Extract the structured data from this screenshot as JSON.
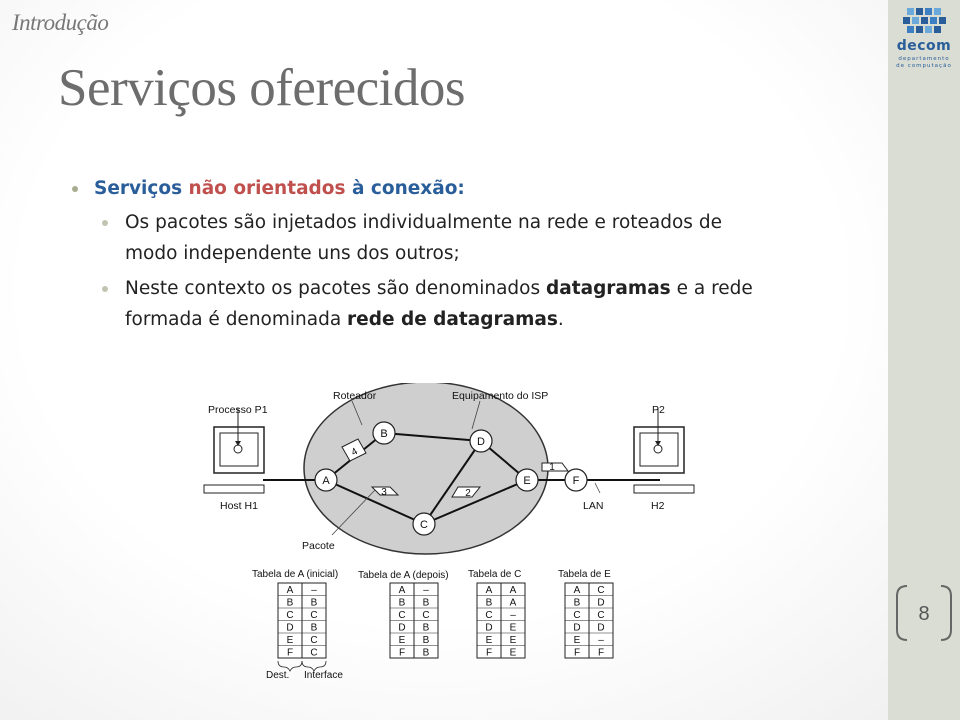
{
  "slide": {
    "section": "Introdução",
    "title": "Serviços oferecidos",
    "page_number": "8"
  },
  "logo": {
    "name": "decom",
    "subtitle_line1": "departamento",
    "subtitle_line2": "de computação"
  },
  "bullets": {
    "main": {
      "prefix": "Serviços ",
      "highlight": "não orientados",
      "suffix": " à conexão:"
    },
    "sub1": {
      "line1": "Os pacotes são injetados individualmente na rede e roteados de",
      "line2": "modo independente uns dos outros;"
    },
    "sub2": {
      "part1": "Neste contexto os pacotes são denominados ",
      "bold1": "datagramas",
      "part2": " e a rede",
      "part3": "formada é denominada ",
      "bold2": "rede de datagramas",
      "part4": "."
    }
  },
  "diagram": {
    "labels": {
      "roteador": "Roteador",
      "isp": "Equipamento do ISP",
      "processo_p1": "Processo P1",
      "p2": "P2",
      "host_h1": "Host H1",
      "lan": "LAN",
      "h2": "H2",
      "pacote": "Pacote",
      "dest": "Dest.",
      "interface": "Interface"
    },
    "nodes": [
      "A",
      "B",
      "C",
      "D",
      "E",
      "F"
    ],
    "packets": [
      "4",
      "3",
      "2",
      "1"
    ],
    "tables": [
      {
        "title": "Tabela de A (inicial)",
        "rows": [
          [
            "A",
            "–"
          ],
          [
            "B",
            "B"
          ],
          [
            "C",
            "C"
          ],
          [
            "D",
            "B"
          ],
          [
            "E",
            "C"
          ],
          [
            "F",
            "C"
          ]
        ]
      },
      {
        "title": "Tabela de A (depois)",
        "rows": [
          [
            "A",
            "–"
          ],
          [
            "B",
            "B"
          ],
          [
            "C",
            "C"
          ],
          [
            "D",
            "B"
          ],
          [
            "E",
            "B"
          ],
          [
            "F",
            "B"
          ]
        ]
      },
      {
        "title": "Tabela de C",
        "rows": [
          [
            "A",
            "A"
          ],
          [
            "B",
            "A"
          ],
          [
            "C",
            "–"
          ],
          [
            "D",
            "E"
          ],
          [
            "E",
            "E"
          ],
          [
            "F",
            "E"
          ]
        ]
      },
      {
        "title": "Tabela de E",
        "rows": [
          [
            "A",
            "C"
          ],
          [
            "B",
            "D"
          ],
          [
            "C",
            "C"
          ],
          [
            "D",
            "D"
          ],
          [
            "E",
            "–"
          ],
          [
            "F",
            "F"
          ]
        ]
      }
    ]
  }
}
